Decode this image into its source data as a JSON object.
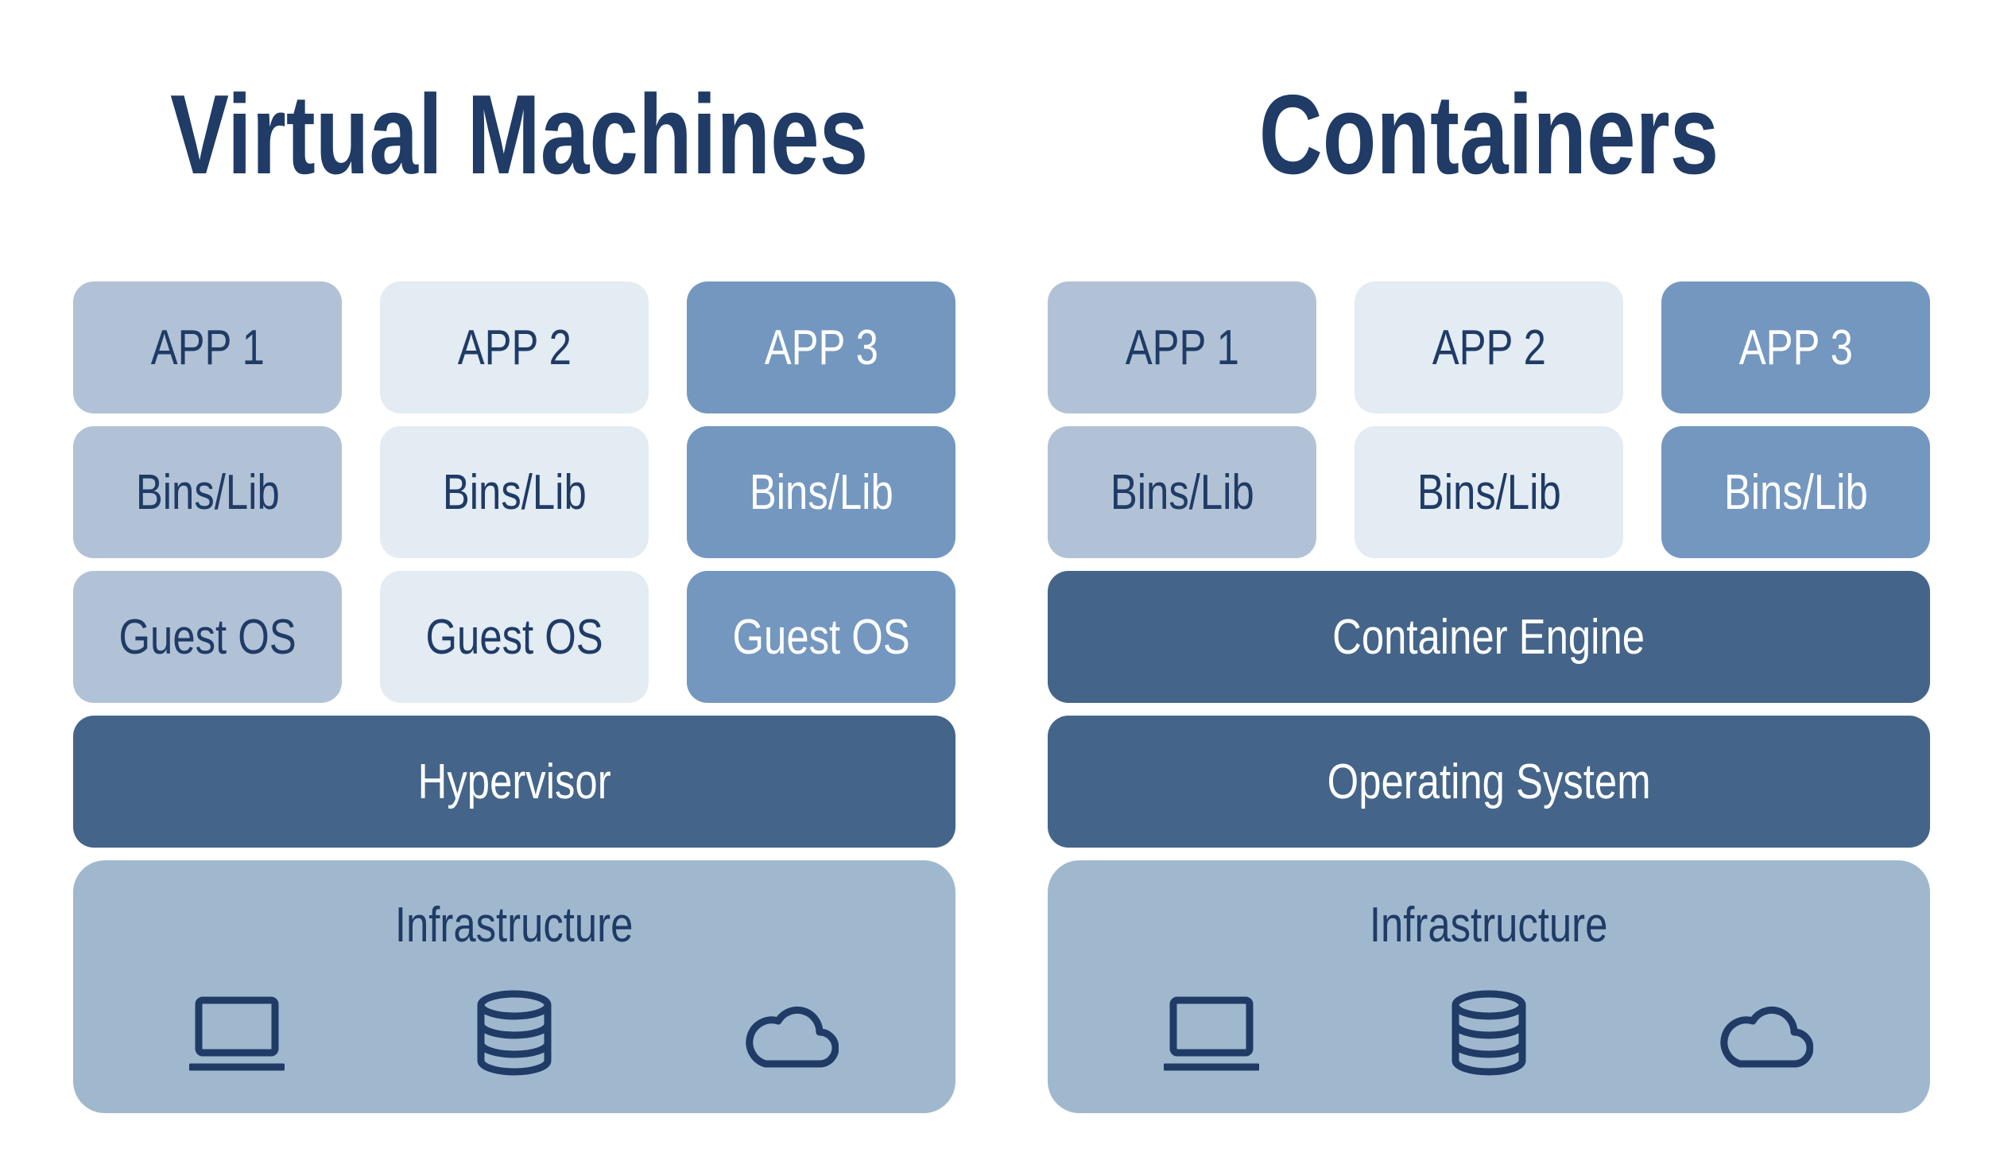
{
  "colors": {
    "title": "#1f3b66",
    "app1": "#b2c2d6",
    "app2": "#e3ebf3",
    "app3": "#7497bf",
    "layer_dark": "#446589",
    "infrastructure": "#a0b8ce"
  },
  "left": {
    "title": "Virtual Machines",
    "apps": [
      "APP 1",
      "APP 2",
      "APP 3"
    ],
    "libs": [
      "Bins/Lib",
      "Bins/Lib",
      "Bins/Lib"
    ],
    "guest_os": [
      "Guest OS",
      "Guest OS",
      "Guest OS"
    ],
    "hypervisor": "Hypervisor",
    "infrastructure": {
      "label": "Infrastructure",
      "icons": [
        "laptop-icon",
        "database-icon",
        "cloud-icon"
      ]
    }
  },
  "right": {
    "title": "Containers",
    "apps": [
      "APP 1",
      "APP 2",
      "APP 3"
    ],
    "libs": [
      "Bins/Lib",
      "Bins/Lib",
      "Bins/Lib"
    ],
    "container_engine": "Container Engine",
    "operating_system": "Operating System",
    "infrastructure": {
      "label": "Infrastructure",
      "icons": [
        "laptop-icon",
        "database-icon",
        "cloud-icon"
      ]
    }
  }
}
